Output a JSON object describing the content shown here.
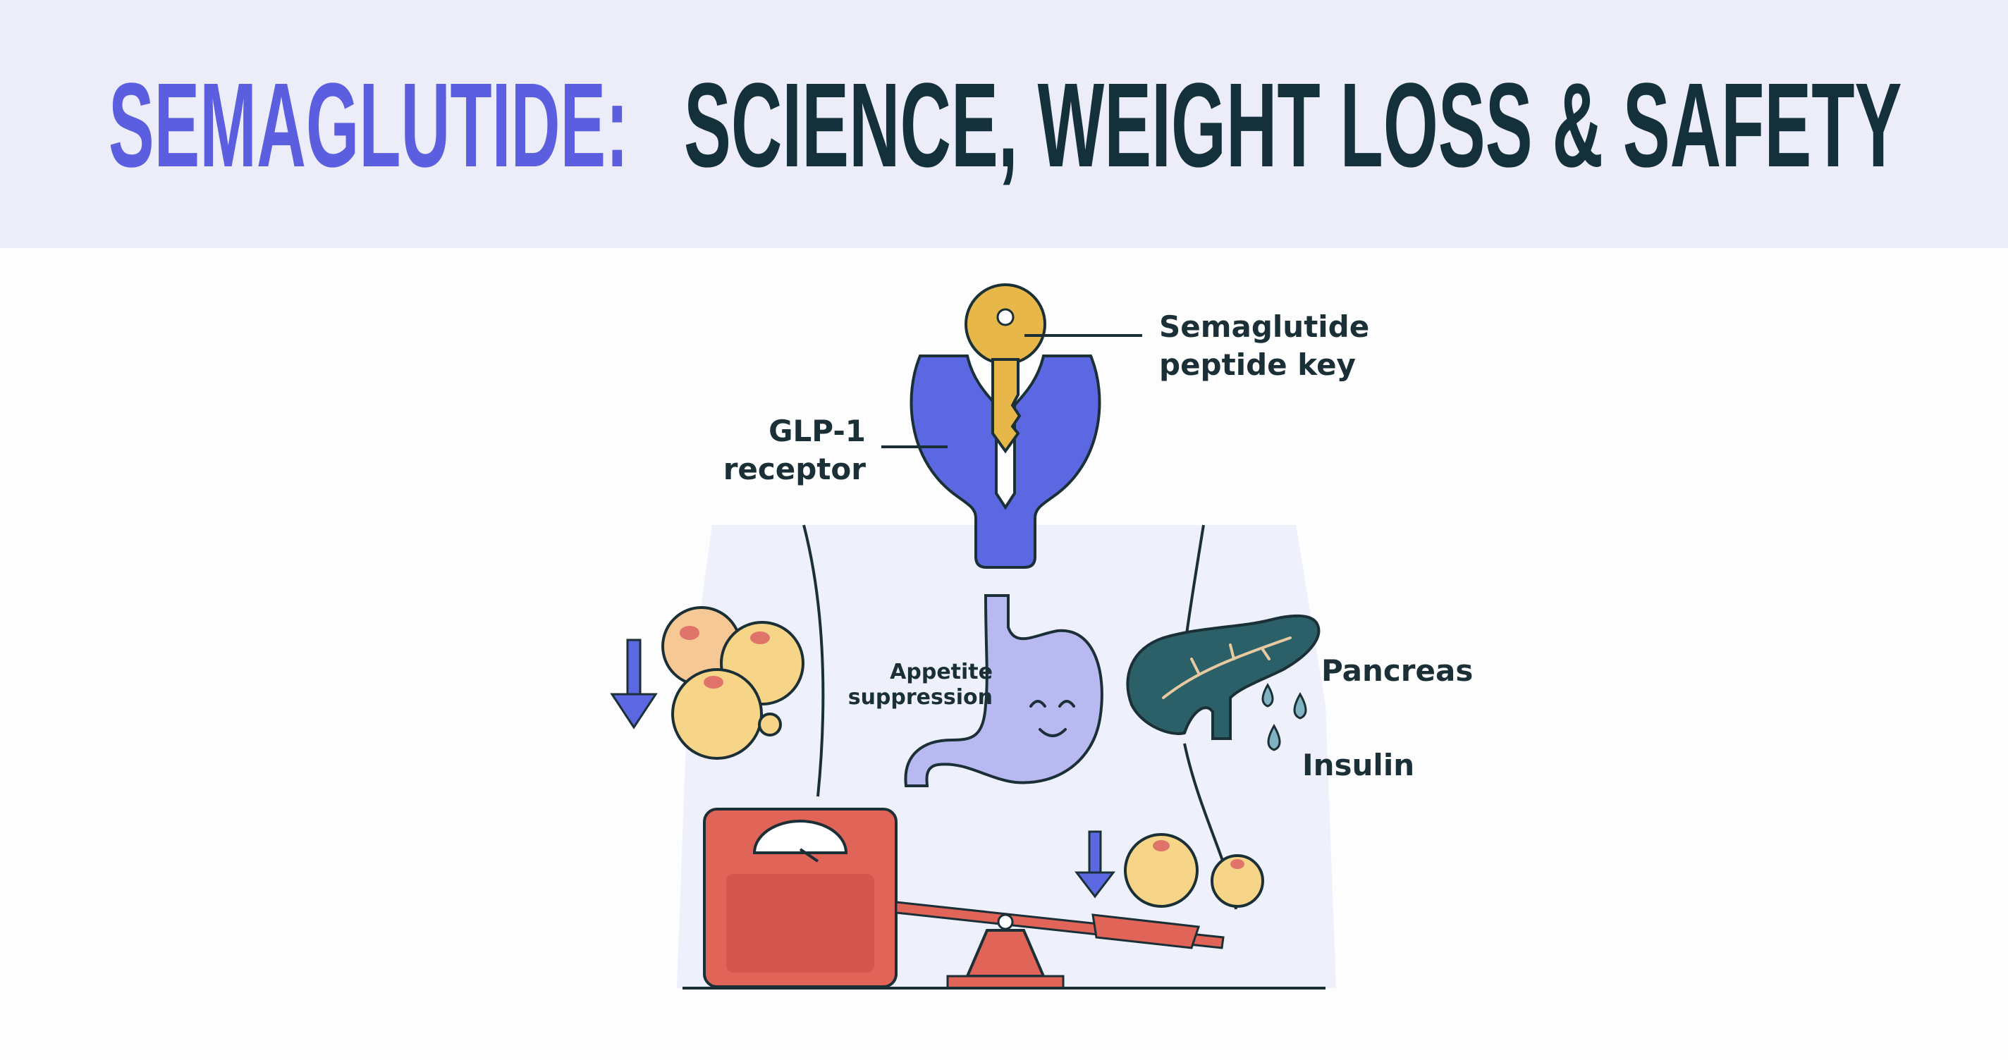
{
  "header": {
    "title_highlight": "SEMAGLUTIDE:",
    "title_rest": "SCIENCE, WEIGHT LOSS & SAFETY"
  },
  "labels": {
    "key_line1": "Semaglutide",
    "key_line2": "peptide key",
    "receptor_line1": "GLP-1",
    "receptor_line2": "receptor",
    "appetite_line1": "Appetite",
    "appetite_line2": "suppression",
    "pancreas": "Pancreas",
    "insulin": "Insulin"
  },
  "colors": {
    "header_bg": "#ecedf9",
    "accent": "#5b5fdf",
    "title_dark": "#14303a",
    "receptor": "#5c68e2",
    "key": "#e8b74a",
    "stomach": "#b9b9f2",
    "pancreas": "#2c6068",
    "scale": "#e06458",
    "fat": "#f6d488"
  }
}
